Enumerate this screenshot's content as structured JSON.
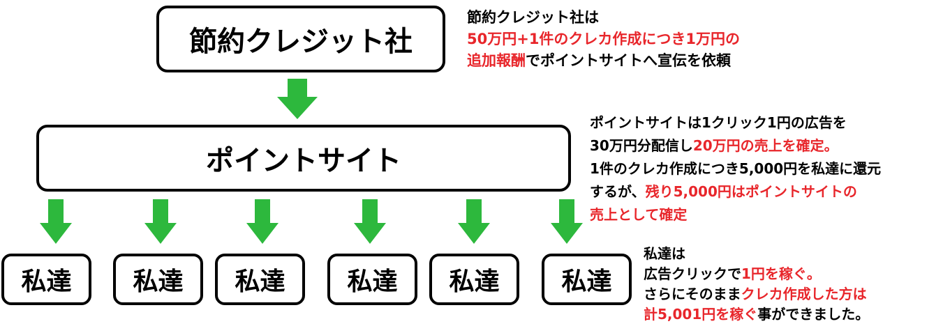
{
  "colors": {
    "arrow": "#2db83d",
    "highlight": "#e8262b",
    "border": "#000000"
  },
  "boxes": {
    "company": "節約クレジット社",
    "site": "ポイントサイト",
    "us": [
      "私達",
      "私達",
      "私達",
      "私達",
      "私達",
      "私達"
    ]
  },
  "notes": {
    "company": {
      "l1": "節約クレジット社は",
      "l2_red": "50万円+1件のクレカ作成につき1万円の",
      "l3_red": "追加報酬",
      "l3_rest": "でポイントサイトへ宣伝を依頼"
    },
    "site": {
      "l1": "ポイントサイトは1クリック1円の広告を",
      "l2_a": "30万円分配信し",
      "l2_red": "20万円の売上を確定。",
      "l3": "1件のクレカ作成につき5,000円を私達に還元",
      "l4_a": "するが、",
      "l4_red": "残り5,000円はポイントサイトの",
      "l5_red": "売上として確定"
    },
    "us": {
      "l1": "私達は",
      "l2_a": "広告クリックで",
      "l2_red": "1円を稼ぐ。",
      "l3_a": "さらにそのまま",
      "l3_red": "クレカ作成した方は",
      "l4_red": "計5,001円を稼ぐ",
      "l4_rest": "事ができました。"
    }
  }
}
